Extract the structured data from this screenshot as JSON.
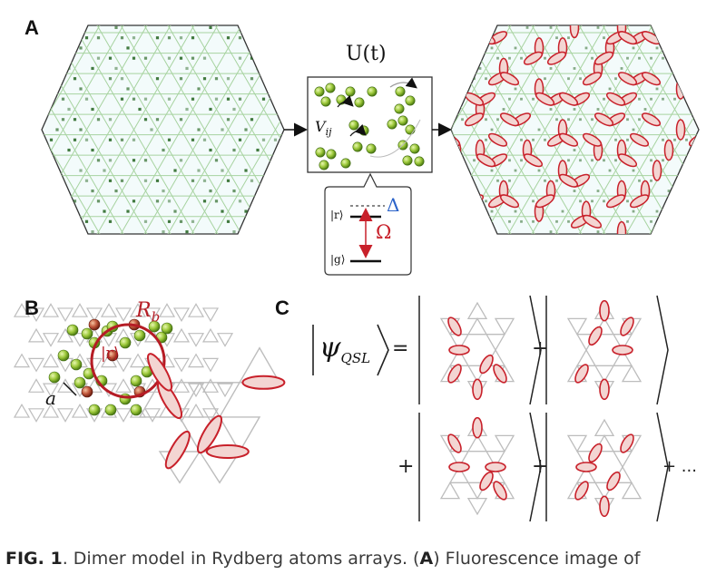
{
  "panels": {
    "a": "A",
    "b": "B",
    "c": "C"
  },
  "panel_a": {
    "evolution_label": "U(t)",
    "interaction_label": "V",
    "interaction_sub": "ij",
    "ket_r": "|r⟩",
    "ket_g": "|g⟩",
    "detuning": "Δ",
    "rabi": "Ω"
  },
  "panel_b": {
    "blockade_label": "R",
    "blockade_sub": "b",
    "ket_r": "|r⟩",
    "spacing": "a"
  },
  "panel_c": {
    "psi": "ψ",
    "psi_sub": "QSL",
    "equals": "=",
    "plus": "+",
    "ellipsis": "+ ..."
  },
  "caption": {
    "fig_label": "FIG. 1",
    "text_before": ". Dimer model in Rydberg atoms arrays. (",
    "bold_letter": "A",
    "text_after": ") Fluorescence image of"
  },
  "colors": {
    "dimer_red": "#c8202a",
    "dimer_fill": "#f3d5d2",
    "atom_green": "#8cbd2a",
    "atom_red": "#b03a2e",
    "lattice_gray": "#bdbdbd",
    "lattice_green": "#a7d3a0"
  }
}
